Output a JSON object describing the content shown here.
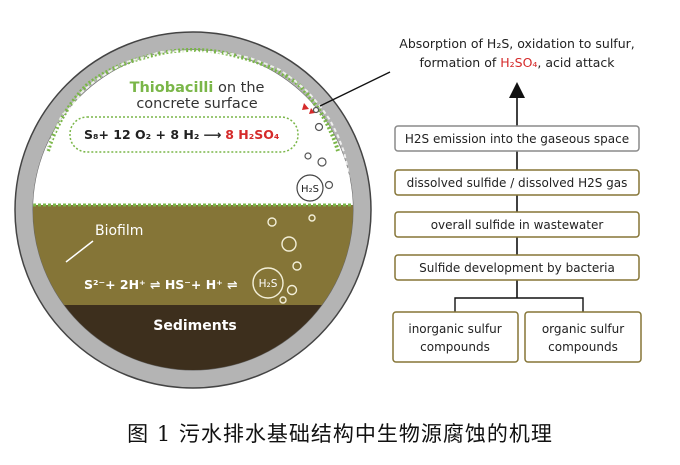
{
  "pipe": {
    "thiobacilli_word": "Thiobacilli",
    "thiobacilli_rest": " on the",
    "thiobacilli_line2": "concrete surface",
    "equation_top": {
      "lhs": "S₈+ 12 O₂ + 8 H₂",
      "arrow": "⟶",
      "rhs": "8 H₂SO₄"
    },
    "gas_bubble_label": "H₂S",
    "biofilm_label": "Biofilm",
    "equation_bottom": "S²⁻+ 2H⁺ ⇌ HS⁻+ H⁺ ⇌",
    "liquid_bubble_label": "H₂S",
    "sediments_label": "Sediments"
  },
  "flow": {
    "top_annotation": {
      "line1": "Absorption of H₂S, oxidation to sulfur,",
      "line2_prefix": "formation of ",
      "line2_highlight": "H₂SO₄",
      "line2_suffix": ", acid attack"
    },
    "steps": [
      "H2S emission into the gaseous space",
      "dissolved sulfide / dissolved H2S gas",
      "overall sulfide in wastewater",
      "Sulfide development by bacteria"
    ],
    "sources": [
      {
        "line1": "inorganic sulfur",
        "line2": "compounds"
      },
      {
        "line1": "organic sulfur",
        "line2": "compounds"
      }
    ]
  },
  "caption": "图 1    污水排水基础结构中生物源腐蚀的机理",
  "colors": {
    "concrete": "#b4b4b4",
    "wastewater": "#857537",
    "sediment": "#3d2f1d",
    "biofilm_green": "#7ab648",
    "acid_red": "#d52a2a",
    "box_border": "#857537",
    "top_box_border": "#8a8a8a"
  }
}
